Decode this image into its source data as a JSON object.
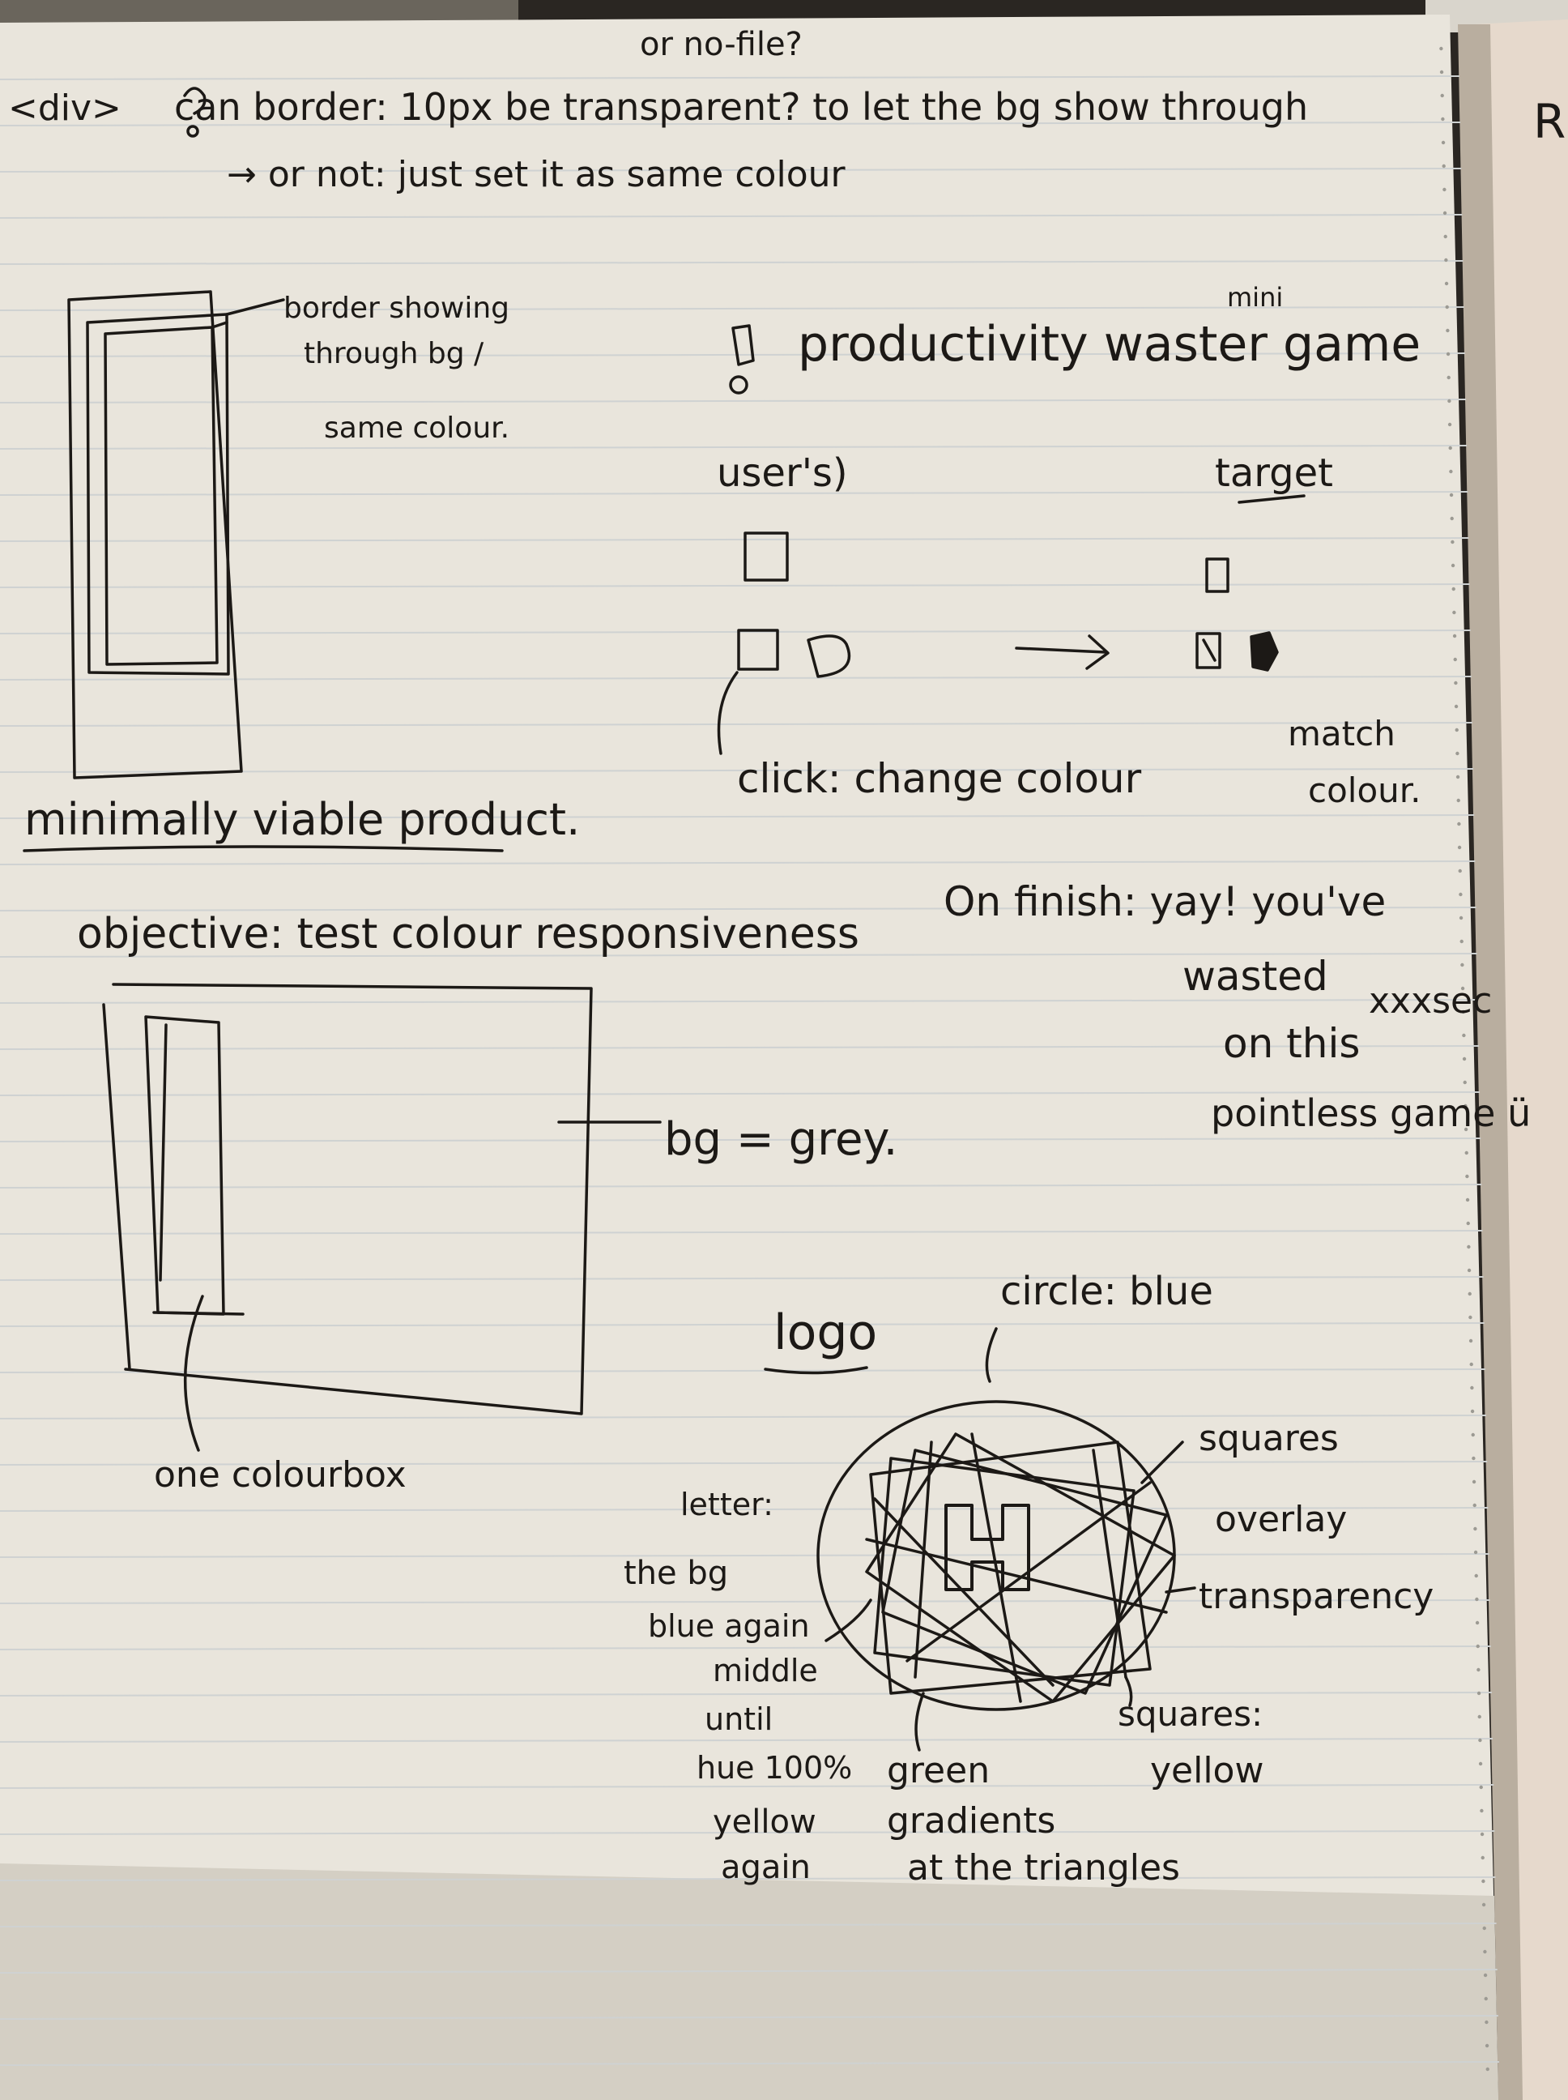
{
  "colors": {
    "paper": "#e9e5dc",
    "paper_shadow": "#cfcabd",
    "ink": "#1c1916",
    "desk": "#2a2622",
    "right_page": "#e6d9cc",
    "ruling": "#cfd2d2"
  },
  "notes": {
    "top_question_alt": "or no-file?",
    "div_tag": "<div>",
    "border_question": "can border: 10px be transparent? to let the bg show through",
    "alt_answer": "→ or not: just set it as same colour",
    "border_label_1": "border showing",
    "border_label_2": "through bg /",
    "border_label_3": "same colour.",
    "game_title": "productivity waster game",
    "game_title_note": "mini",
    "users_label": "user's)",
    "target_label": "target",
    "click_note": "click: change colour",
    "match_note_1": "match",
    "match_note_2": "colour.",
    "mvp_heading": "minimally viable product.",
    "objective": "objective: test colour responsiveness",
    "bg_label": "bg = grey.",
    "one_box_label": "one colourbox",
    "finish_1": "On finish: yay! you've",
    "finish_2": "wasted",
    "finish_3": "xxxsec",
    "finish_4": "on this",
    "finish_5": "pointless game ü",
    "logo_heading": "logo",
    "circle_label": "circle: blue",
    "squares_1": "squares",
    "squares_2": "overlay",
    "squares_3": "transparency",
    "letter_1": "letter:",
    "letter_2": "the bg",
    "letter_3": "blue again",
    "letter_4": "middle",
    "letter_5": "until",
    "letter_6": "hue 100%",
    "letter_7": "yellow",
    "letter_8": "again",
    "green_1": "green",
    "green_2": "gradients",
    "green_3": "at the triangles",
    "yellow_1": "squares:",
    "yellow_2": "yellow",
    "logo_letter": "H",
    "right_page_letter": "R"
  }
}
